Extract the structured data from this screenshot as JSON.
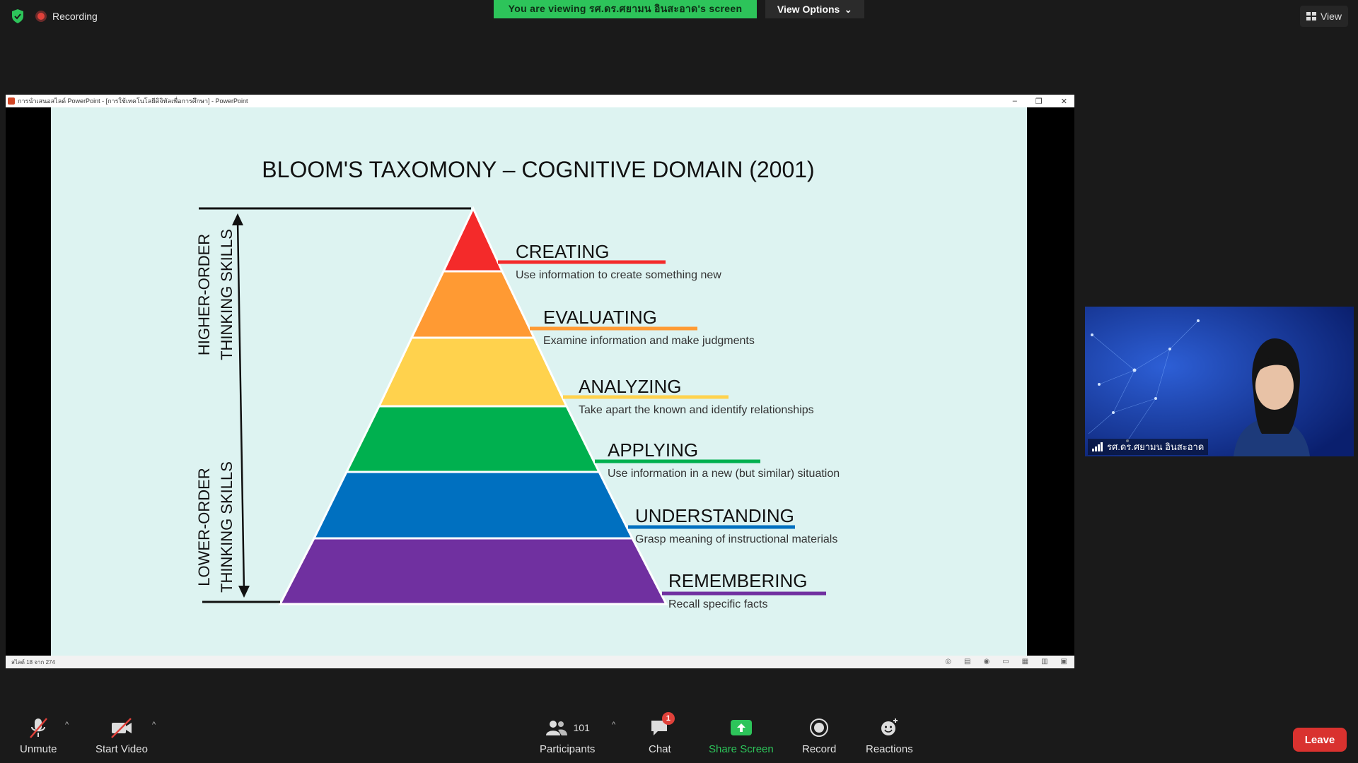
{
  "top": {
    "recording": "Recording",
    "banner": "You are viewing รศ.ดร.ศยามน อินสะอาด's screen",
    "view_options": "View Options",
    "view": "View"
  },
  "window": {
    "title": "การนำเสนอสไลด์ PowerPoint - [การใช้เทคโนโลยีดิจิทัลเพื่อการศึกษา] - PowerPoint",
    "status": "สไลด์ 18 จาก 274"
  },
  "slide": {
    "title": "BLOOM'S TAXOMONY – COGNITIVE DOMAIN (2001)",
    "higher_line1": "HIGHER-ORDER",
    "higher_line2": "THINKING SKILLS",
    "lower_line1": "LOWER-ORDER",
    "lower_line2": "THINKING SKILLS",
    "levels": [
      {
        "name": "CREATING",
        "desc": "Use information to create something new",
        "color": "#f42a2a"
      },
      {
        "name": "EVALUATING",
        "desc": "Examine information and make judgments",
        "color": "#ff9a33"
      },
      {
        "name": "ANALYZING",
        "desc": "Take apart the known and identify relationships",
        "color": "#ffd24d"
      },
      {
        "name": "APPLYING",
        "desc": "Use information in a new (but similar) situation",
        "color": "#00b04f"
      },
      {
        "name": "UNDERSTANDING",
        "desc": "Grasp meaning of instructional materials",
        "color": "#0070c0"
      },
      {
        "name": "REMEMBERING",
        "desc": "Recall specific facts",
        "color": "#7030a0"
      }
    ]
  },
  "participant": {
    "name": "รศ.ดร.ศยามน อินสะอาด"
  },
  "toolbar": {
    "unmute": "Unmute",
    "start_video": "Start Video",
    "participants": "Participants",
    "participants_count": "101",
    "chat": "Chat",
    "chat_badge": "1",
    "share_screen": "Share Screen",
    "record": "Record",
    "reactions": "Reactions",
    "leave": "Leave"
  },
  "colors": {
    "banner": "#2dc45a",
    "leave": "#d9322f",
    "slide_bg": "#ddf3f1"
  }
}
